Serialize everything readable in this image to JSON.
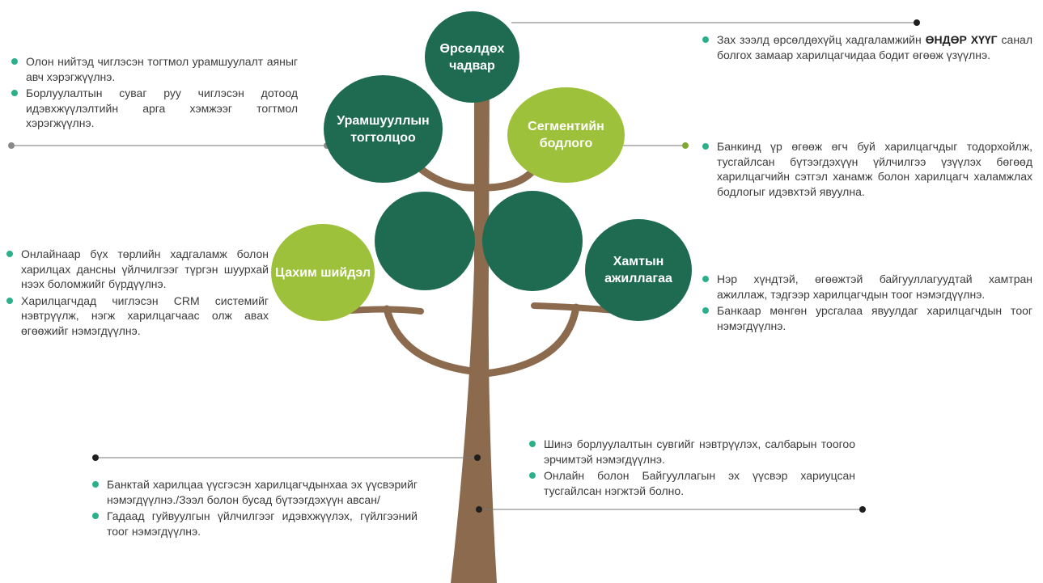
{
  "colors": {
    "dark_green": "#1e6b52",
    "light_green": "#9dc13b",
    "trunk": "#8b6a4e",
    "bullet": "#2bb08b"
  },
  "nodes": {
    "competitiveness": "Өрсөлдөх чадвар",
    "promotion": "Урамшууллын тогтолцоо",
    "segment": "Сегментийн бодлого",
    "digital": "Цахим шийдэл",
    "cooperation": "Хамтын ажиллагаа"
  },
  "notes": {
    "competitiveness": {
      "pre": "Зах зээлд өрсөлдөхүйц хадгаламжийн ",
      "bold": "ӨНДӨР ХҮҮГ",
      "post": " санал болгох замаар харилцагчидаа бодит өгөөж үзүүлнэ."
    },
    "promotion": [
      "Олон нийтэд чиглэсэн тогтмол урамшуулалт аяныг авч хэрэгжүүлнэ.",
      "Борлуулалтын суваг руу чиглэсэн дотоод идэвхжүүлэлтийн арга хэмжээг тогтмол хэрэгжүүлнэ."
    ],
    "segment": [
      "Банкинд үр өгөөж өгч буй харилцагчдыг тодорхойлж, тусгайлсан бүтээгдэхүүн үйлчилгээ үзүүлэх бөгөөд харилцагчийн сэтгэл ханамж болон харилцагч халамжлах бодлогыг идэвхтэй явуулна."
    ],
    "digital": [
      "Онлайнаар бүх төрлийн хадгаламж болон харилцах дансны үйлчилгээг түргэн шуурхай нээх боломжийг бүрдүүлнэ.",
      "Харилцагчдад чиглэсэн CRM системийг нэвтрүүлж, нэгж харилцагчаас олж авах өгөөжийг нэмэгдүүлнэ."
    ],
    "cooperation": [
      "Нэр хүндтэй, өгөөжтэй байгууллагуудтай хамтран ажиллаж, тэдгээр харилцагчдын тоог нэмэгдүүлнэ.",
      "Банкаар мөнгөн урсгалаа явуулдаг харилцагчдын тоог нэмэгдүүлнэ."
    ],
    "trunk_left": [
      "Банктай харилцаа үүсгэсэн харилцагчдынхаа эх үүсвэрийг нэмэгдүүлнэ./Зээл болон бусад бүтээгдэхүүн авсан/",
      "Гадаад гуйвуулгын үйлчилгээг идэвхжүүлэх, гүйлгээний тоог нэмэгдүүлнэ."
    ],
    "trunk_right": [
      "Шинэ борлуулалтын сувгийг нэвтрүүлэх, салбарын тоогоо эрчимтэй нэмэгдүүлнэ.",
      "Онлайн болон Байгууллагын эх үүсвэр хариуцсан тусгайлсан нэгжтэй болно."
    ]
  }
}
